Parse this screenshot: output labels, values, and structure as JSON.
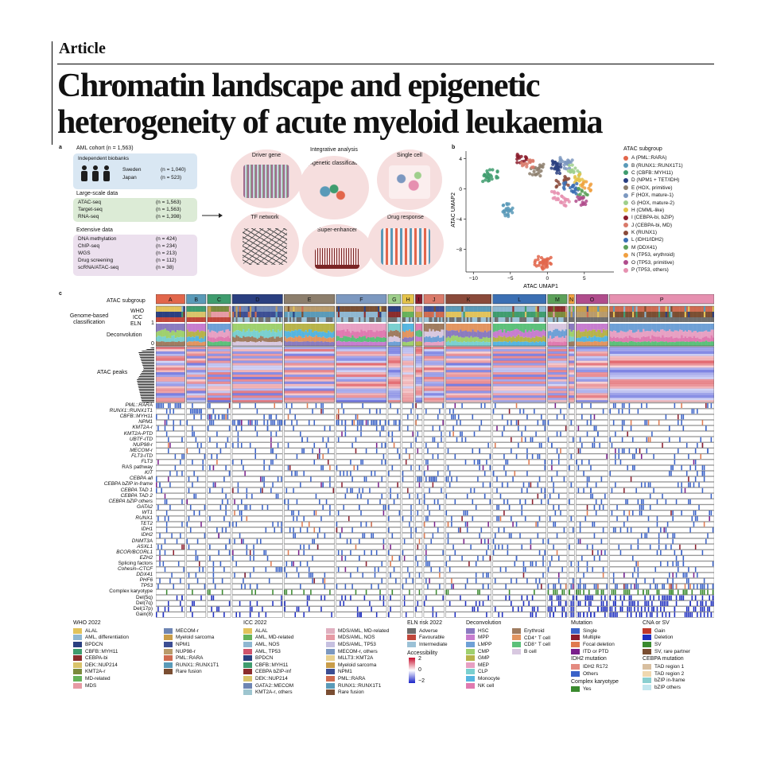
{
  "header": {
    "article": "Article",
    "title_line1": "Chromatin landscape and epigenetic",
    "title_line2": "heterogeneity of acute myeloid leukaemia"
  },
  "panel_a": {
    "letter": "a",
    "cohort": "AML cohort (n = 1,563)",
    "biobanks_title": "Independent biobanks",
    "biobanks": [
      {
        "label": "Sweden",
        "n": "(n = 1,040)"
      },
      {
        "label": "Japan",
        "n": "(n = 523)"
      }
    ],
    "large_title": "Large-scale data",
    "large": [
      {
        "label": "ATAC-seq",
        "n": "(n = 1,563)"
      },
      {
        "label": "Target-seq",
        "n": "(n = 1,563)"
      },
      {
        "label": "RNA-seq",
        "n": "(n = 1,398)"
      }
    ],
    "ext_title": "Extensive data",
    "extensive": [
      {
        "label": "DNA methylation",
        "n": "(n = 424)"
      },
      {
        "label": "ChIP-seq",
        "n": "(n = 234)"
      },
      {
        "label": "WGS",
        "n": "(n = 213)"
      },
      {
        "label": "Drug screening",
        "n": "(n = 112)"
      },
      {
        "label": "scRNA/ATAC-seq",
        "n": "(n = 38)"
      }
    ],
    "integrative": "Integrative analysis",
    "circles": [
      "Driver gene",
      "Epigenetic classification",
      "Single cell",
      "TF network",
      "Super-enhancer",
      "Drug response"
    ]
  },
  "panel_b": {
    "letter": "b",
    "xlabel": "ATAC UMAP1",
    "ylabel": "ATAC UMAP2",
    "xticks": [
      "−10",
      "−5",
      "0",
      "5"
    ],
    "yticks": [
      "4",
      "0",
      "−4",
      "−8"
    ],
    "legend_title": "ATAC subgroup"
  },
  "panel_c": {
    "letter": "c",
    "row_labels": {
      "atac_subgroup": "ATAC subgroup",
      "genome_based": "Genome-based classification",
      "who": "WHO",
      "icc": "ICC",
      "eln": "ELN",
      "deconvolution": "Deconvolution",
      "decon_top": "1",
      "decon_bottom": "0",
      "atac_peaks": "ATAC peaks"
    },
    "genes": [
      "PML::RARA",
      "RUNX1::RUNX1T1",
      "CBFB::MYH11",
      "NPM1",
      "KMT2A-r",
      "KMT2A-PTD",
      "UBTF-ITD",
      "NUP98-r",
      "MECOM-r",
      "FLT3-ITD",
      "FLT3",
      "RAS pathway",
      "KIT",
      "CEBPA all",
      "CEBPA bZIP in-frame",
      "CEBPA TAD 1",
      "CEBPA TAD 2",
      "CEBPA bZIP others",
      "GATA2",
      "WT1",
      "RUNX1",
      "TET2",
      "IDH1",
      "IDH2",
      "DNMT3A",
      "ASXL1",
      "BCOR/BCORL1",
      "EZH2",
      "Splicing factors",
      "Cohesin–CTCF",
      "DDX41",
      "PHF6",
      "TP53",
      "Complex karyotype",
      "Del(5q)",
      "Del(7q)",
      "Del(17p)",
      "Gain(8)"
    ]
  },
  "legend": {
    "who_title": "WHO 2022",
    "who_col1": [
      {
        "label": "ALAL",
        "color": "#e2c35b"
      },
      {
        "label": "AML, differentiation",
        "color": "#8fb7d1"
      },
      {
        "label": "BPDCN",
        "color": "#2a3f80"
      },
      {
        "label": "CBFB::MYH11",
        "color": "#3f9c6e"
      },
      {
        "label": "CEBPA-bi",
        "color": "#8b2d2d"
      },
      {
        "label": "DEK::NUP214",
        "color": "#d9c36a"
      },
      {
        "label": "KMT2A-r",
        "color": "#7b8a3d"
      },
      {
        "label": "MD-related",
        "color": "#66b25a"
      },
      {
        "label": "MDS",
        "color": "#e69aa4"
      }
    ],
    "who_col2": [
      {
        "label": "MECOM-r",
        "color": "#6e85b3"
      },
      {
        "label": "Myeloid sarcoma",
        "color": "#c99d4a"
      },
      {
        "label": "NPM1",
        "color": "#3c4e93"
      },
      {
        "label": "NUP98-r",
        "color": "#b99b6b"
      },
      {
        "label": "PML::RARA",
        "color": "#cf6b50"
      },
      {
        "label": "RUNX1::RUNX1T1",
        "color": "#5a9ab8"
      },
      {
        "label": "Rare fusion",
        "color": "#7a4e32"
      }
    ],
    "icc_title": "ICC 2022",
    "icc_col1": [
      {
        "label": "ALAL",
        "color": "#e2c35b"
      },
      {
        "label": "AML, MD-related",
        "color": "#66b25a"
      },
      {
        "label": "AML, NOS",
        "color": "#8fb7d1"
      },
      {
        "label": "AML, TP53",
        "color": "#d0546b"
      },
      {
        "label": "BPDCN",
        "color": "#2a3f80"
      },
      {
        "label": "CBFB::MYH11",
        "color": "#3f9c6e"
      },
      {
        "label": "CEBPA bZIP-inf",
        "color": "#8b2d2d"
      },
      {
        "label": "DEK::NUP214",
        "color": "#d9c36a"
      },
      {
        "label": "GATA2::MECOM",
        "color": "#6e85b3"
      },
      {
        "label": "KMT2A-r, others",
        "color": "#9dc5cf"
      }
    ],
    "icc_col2": [
      {
        "label": "MDS/AML, MD-related",
        "color": "#e0b0c0"
      },
      {
        "label": "MDS/AML, NOS",
        "color": "#e69aa4"
      },
      {
        "label": "MDS/AML, TP53",
        "color": "#c6c0e0"
      },
      {
        "label": "MECOM-r, others",
        "color": "#7c98c0"
      },
      {
        "label": "MLLT3::KMT2A",
        "color": "#e8d090"
      },
      {
        "label": "Myeloid sarcoma",
        "color": "#c99d4a"
      },
      {
        "label": "NPM1",
        "color": "#3c4e93"
      },
      {
        "label": "PML::RARA",
        "color": "#cf6b50"
      },
      {
        "label": "RUNX1::RUNX1T1",
        "color": "#5a9ab8"
      },
      {
        "label": "Rare fusion",
        "color": "#7a4e32"
      }
    ],
    "eln_title": "ELN risk 2022",
    "eln": [
      {
        "label": "Adverse",
        "color": "#6e6e6e"
      },
      {
        "label": "Favourable",
        "color": "#c0473b"
      },
      {
        "label": "Intermediate",
        "color": "#9bc1d6"
      }
    ],
    "access_title": "Accessibility",
    "access_ticks": [
      "2",
      "0",
      "−2"
    ],
    "decon_title": "Deconvolution",
    "decon_col1": [
      {
        "label": "HSC",
        "color": "#8a7bc0"
      },
      {
        "label": "MPP",
        "color": "#c77dcf"
      },
      {
        "label": "LMPP",
        "color": "#6ea0d6"
      },
      {
        "label": "CMP",
        "color": "#9fd06e"
      },
      {
        "label": "GMP",
        "color": "#b7b34a"
      },
      {
        "label": "MEP",
        "color": "#e7a0c3"
      },
      {
        "label": "CLP",
        "color": "#7ad0d0"
      },
      {
        "label": "Monocyte",
        "color": "#56b5e0"
      },
      {
        "label": "NK cell",
        "color": "#e07ab0"
      }
    ],
    "decon_col2": [
      {
        "label": "Erythroid",
        "color": "#a07c60"
      },
      {
        "label": "CD4⁺ T cell",
        "color": "#e29560"
      },
      {
        "label": "CD8⁺ T cell",
        "color": "#5cc07a"
      },
      {
        "label": "B cell",
        "color": "#d8c8e0"
      }
    ],
    "mut_title": "Mutation",
    "mutation": [
      {
        "label": "Single",
        "color": "#3a62c8"
      },
      {
        "label": "Multiple",
        "color": "#8b1c2c"
      },
      {
        "label": "Focal deletion",
        "color": "#e07a50"
      },
      {
        "label": "ITD or PTD",
        "color": "#7a1f8c"
      }
    ],
    "idh2_title": "IDH2 mutation",
    "idh2": [
      {
        "label": "IDH2 R172",
        "color": "#e48a80"
      },
      {
        "label": "Others",
        "color": "#3a62c8"
      }
    ],
    "ck_title": "Complex karyotype",
    "ck": [
      {
        "label": "Yes",
        "color": "#3a8a2e"
      }
    ],
    "cna_title": "CNA or SV",
    "cna": [
      {
        "label": "Gain",
        "color": "#c0392b"
      },
      {
        "label": "Deletion",
        "color": "#1f2fc0"
      },
      {
        "label": "SV",
        "color": "#3a8a2e"
      },
      {
        "label": "SV, rare partner",
        "color": "#7a4e32"
      }
    ],
    "cebpa_title": "CEBPA mutation",
    "cebpa": [
      {
        "label": "TAD region 1",
        "color": "#d8bfa0"
      },
      {
        "label": "TAD region 2",
        "color": "#f0d8b0"
      },
      {
        "label": "bZIP in-frame",
        "color": "#8acfd0"
      },
      {
        "label": "bZIP others",
        "color": "#c2e6ee"
      }
    ]
  },
  "chart_data": {
    "type": "scatter",
    "xlabel": "ATAC UMAP1",
    "ylabel": "ATAC UMAP2",
    "xlim": [
      -11,
      9
    ],
    "ylim": [
      -11,
      5
    ],
    "legend_title": "ATAC subgroup",
    "legend_position": "right",
    "series": [
      {
        "name": "A (PML::RARA)",
        "color": "#e2664b",
        "points": [
          [
            -1,
            -9.4
          ],
          [
            -0.5,
            -9.7
          ],
          [
            0,
            -9.5
          ],
          [
            -0.8,
            -10
          ],
          [
            0.3,
            -9.9
          ],
          [
            -0.2,
            -10.2
          ],
          [
            -1.2,
            -9.8
          ]
        ]
      },
      {
        "name": "B (RUNX1::RUNX1T1)",
        "color": "#5a9ab8",
        "points": [
          [
            -5.5,
            -2.6
          ],
          [
            -5.2,
            -2.9
          ],
          [
            -5.8,
            -3
          ],
          [
            -5,
            -2.4
          ],
          [
            -5.4,
            -3.2
          ]
        ]
      },
      {
        "name": "C (CBFB::MYH11)",
        "color": "#3f9c6e",
        "points": [
          [
            -8,
            1.8
          ],
          [
            -7.5,
            1.5
          ],
          [
            -7.8,
            2.1
          ],
          [
            -7.2,
            1.9
          ],
          [
            -8.3,
            1.4
          ]
        ]
      },
      {
        "name": "D (NPM1 + TET/IDH)",
        "color": "#2a3f80",
        "points": [
          [
            1,
            2.8
          ],
          [
            1.4,
            2.5
          ],
          [
            0.6,
            3.1
          ],
          [
            1.8,
            2.9
          ],
          [
            1.2,
            3.4
          ]
        ]
      },
      {
        "name": "E (HOX, primitive)",
        "color": "#8c7e6c",
        "points": [
          [
            -1.5,
            2.6
          ],
          [
            -1,
            3
          ],
          [
            -2,
            2.3
          ],
          [
            -1.3,
            2
          ]
        ]
      },
      {
        "name": "F (HOX, mature-1)",
        "color": "#7c98c0",
        "points": [
          [
            2.4,
            3.4
          ],
          [
            2.8,
            3.1
          ],
          [
            2.2,
            3.8
          ],
          [
            3.1,
            3.6
          ]
        ]
      },
      {
        "name": "G (HOX, mature-2)",
        "color": "#9fcf8c",
        "points": [
          [
            3.6,
            2.4
          ],
          [
            3.9,
            2
          ],
          [
            3.3,
            2.7
          ]
        ]
      },
      {
        "name": "H (CMML-like)",
        "color": "#e5c34a",
        "points": [
          [
            4.2,
            1.2
          ],
          [
            4.5,
            0.9
          ],
          [
            3.9,
            1.5
          ]
        ]
      },
      {
        "name": "I (CEBPA-bi, bZIP)",
        "color": "#8b1c2c",
        "points": [
          [
            -3.6,
            4.2
          ],
          [
            -3.3,
            4
          ],
          [
            -3.9,
            3.9
          ]
        ]
      },
      {
        "name": "J (CEBPA-bi, MD)",
        "color": "#d97a6a",
        "points": [
          [
            -2.8,
            3.6
          ],
          [
            -2.4,
            3.3
          ],
          [
            -3,
            3.2
          ]
        ]
      },
      {
        "name": "K (RUNX1)",
        "color": "#8a4a3a",
        "points": [
          [
            2,
            1.2
          ],
          [
            2.4,
            0.9
          ],
          [
            1.7,
            0.7
          ]
        ]
      },
      {
        "name": "L (IDH1/IDH2)",
        "color": "#3b6fb3",
        "points": [
          [
            3,
            0
          ],
          [
            3.4,
            -0.3
          ],
          [
            2.7,
            0.4
          ],
          [
            3.8,
            0.3
          ]
        ]
      },
      {
        "name": "M (DDX41)",
        "color": "#5ca05a",
        "points": [
          [
            4.7,
            -0.4
          ],
          [
            5,
            -0.7
          ]
        ]
      },
      {
        "name": "N (TP53, erythroid)",
        "color": "#f0a040",
        "points": [
          [
            5.2,
            0.5
          ],
          [
            5.4,
            0.2
          ]
        ]
      },
      {
        "name": "O (TP53, primitive)",
        "color": "#b04c8c",
        "points": [
          [
            4.4,
            -1.6
          ],
          [
            4.8,
            -1.9
          ],
          [
            4,
            -1.3
          ]
        ]
      },
      {
        "name": "P (TP53, others)",
        "color": "#e690b0",
        "points": [
          [
            1.5,
            -1.4
          ],
          [
            2,
            -1.8
          ],
          [
            1,
            -1
          ],
          [
            2.6,
            -1.5
          ],
          [
            0.5,
            -0.8
          ]
        ]
      }
    ],
    "heatmap_groups": [
      {
        "name": "A",
        "color": "#e2664b",
        "weight": 3
      },
      {
        "name": "B",
        "color": "#5a9ab8",
        "weight": 2
      },
      {
        "name": "C",
        "color": "#3f9c6e",
        "weight": 2.4
      },
      {
        "name": "D",
        "color": "#2a3f80",
        "weight": 5.2
      },
      {
        "name": "E",
        "color": "#8c7e6c",
        "weight": 5.2
      },
      {
        "name": "F",
        "color": "#7c98c0",
        "weight": 5.2
      },
      {
        "name": "G",
        "color": "#9fcf8c",
        "weight": 1.3
      },
      {
        "name": "H",
        "color": "#e5c34a",
        "weight": 1.2
      },
      {
        "name": "I",
        "color": "#8b1c2c",
        "weight": 0.7
      },
      {
        "name": "J",
        "color": "#d97a6a",
        "weight": 2.1
      },
      {
        "name": "K",
        "color": "#8a4a3a",
        "weight": 4.7
      },
      {
        "name": "L",
        "color": "#3b6fb3",
        "weight": 5.5
      },
      {
        "name": "M",
        "color": "#5ca05a",
        "weight": 2
      },
      {
        "name": "N",
        "color": "#f0a040",
        "weight": 0.6
      },
      {
        "name": "O",
        "color": "#b04c8c",
        "weight": 3.3
      },
      {
        "name": "P",
        "color": "#e690b0",
        "weight": 10.8
      }
    ],
    "legend_entries": [
      "A (PML::RARA)",
      "B (RUNX1::RUNX1T1)",
      "C (CBFB::MYH11)",
      "D (NPM1 + TET/IDH)",
      "E (HOX, primitive)",
      "F (HOX, mature-1)",
      "G (HOX, mature-2)",
      "H (CMML-like)",
      "I (CEBPA-bi, bZIP)",
      "J (CEBPA-bi, MD)",
      "K (RUNX1)",
      "L (IDH1/IDH2)",
      "M (DDX41)",
      "N (TP53, erythroid)",
      "O (TP53, primitive)",
      "P (TP53, others)"
    ]
  }
}
